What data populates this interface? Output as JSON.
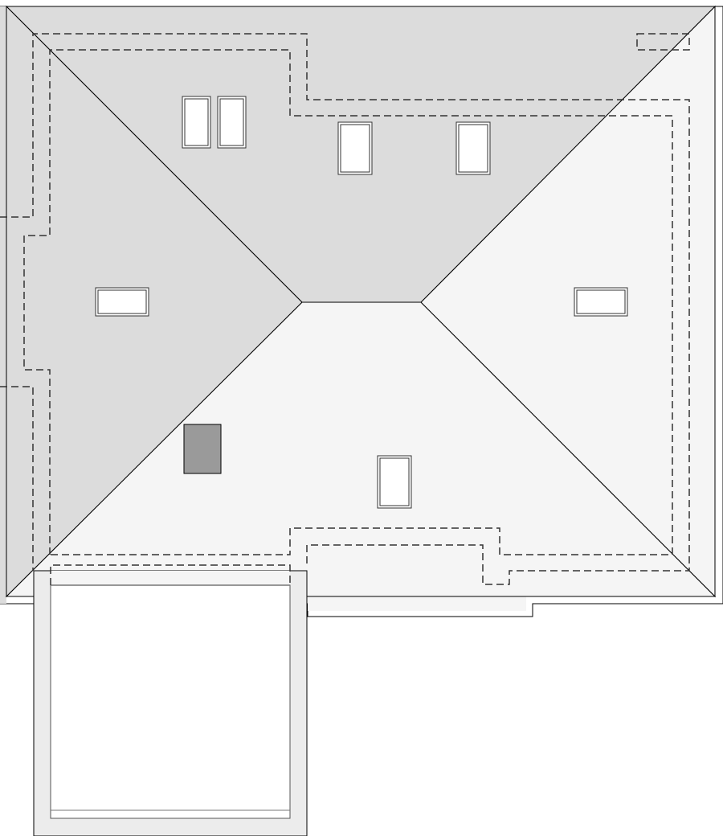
{
  "diagram": {
    "type": "roof-plan",
    "colors": {
      "roof_shaded": "#dcdcdc",
      "roof_light": "#f5f5f5",
      "porch": "#ececec",
      "chimney": "#9a9a9a",
      "line": "#000000",
      "dashed": "#333333"
    },
    "skylight_count": 7,
    "chimney_count": 1
  }
}
